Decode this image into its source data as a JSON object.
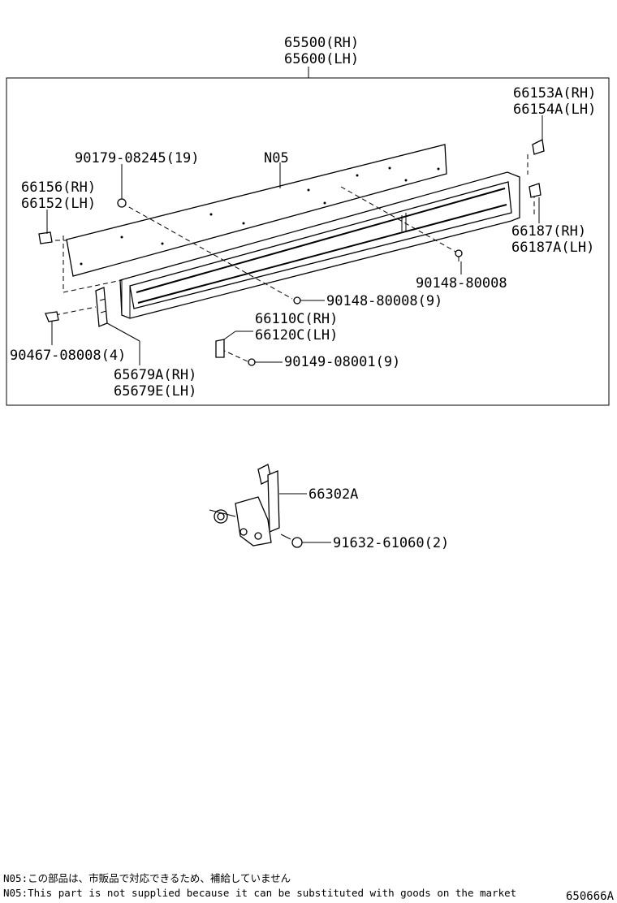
{
  "assembly": {
    "part_rh": "65500(RH)",
    "part_lh": "65600(LH)"
  },
  "labels": {
    "hinge_upper_rh": "66153A(RH)",
    "hinge_upper_lh": "66154A(LH)",
    "bolt_top": "90179-08245(19)",
    "note_ref": "N05",
    "bracket_left_rh": "66156(RH)",
    "bracket_left_lh": "66152(LH)",
    "bracket_right_rh": "66187(RH)",
    "bracket_right_lh": "66187A(LH)",
    "screw_right": "90148-80008",
    "screw_center": "90148-80008(9)",
    "clip_rh": "66110C(RH)",
    "clip_lh": "66120C(LH)",
    "screw_left": "90467-08008(4)",
    "screw_lower": "90149-08001(9)",
    "hinge_left_rh": "65679A(RH)",
    "hinge_left_lh": "65679E(LH)",
    "lock": "66302A",
    "lock_bolt": "91632-61060(2)"
  },
  "footer": {
    "note_jp": "N05:この部品は、市販品で対応できるため、補給していません",
    "note_en": "N05:This part is not supplied because it can be substituted with goods on the market",
    "figure_code": "650666A"
  }
}
